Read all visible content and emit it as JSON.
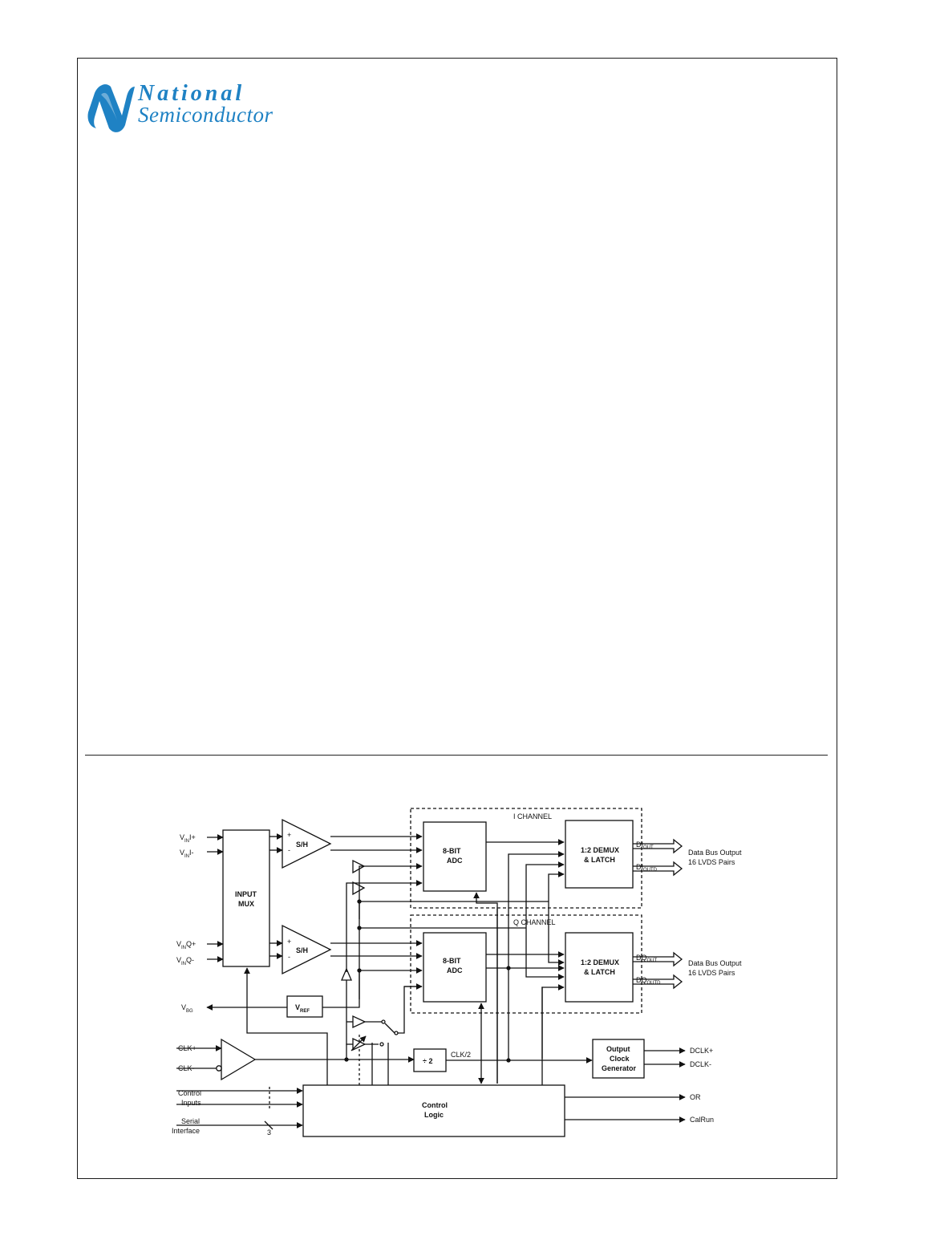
{
  "logo": {
    "line1": "National",
    "line2": "Semiconductor"
  },
  "diagram": {
    "inputs": {
      "vin_i_plus": {
        "v": "V",
        "sub": "IN",
        "rest": "I+"
      },
      "vin_i_minus": {
        "v": "V",
        "sub": "IN",
        "rest": "I-"
      },
      "vin_q_plus": {
        "v": "V",
        "sub": "IN",
        "rest": "Q+"
      },
      "vin_q_minus": {
        "v": "V",
        "sub": "IN",
        "rest": "Q-"
      },
      "vbg": {
        "v": "V",
        "sub": "BG"
      },
      "clk_plus": "CLK+",
      "clk_minus": "CLK-",
      "control_inputs_1": "Control",
      "control_inputs_2": "Inputs",
      "serial_1": "Serial",
      "serial_2": "Interface",
      "bus_width": "3"
    },
    "blocks": {
      "input_mux_1": "INPUT",
      "input_mux_2": "MUX",
      "sh": "S/H",
      "plus": "+",
      "minus": "-",
      "adc_1": "8-BIT",
      "adc_2": "ADC",
      "demux_1": "1:2 DEMUX",
      "demux_2": "& LATCH",
      "vref": {
        "v": "V",
        "sub": "REF"
      },
      "div2": "÷ 2",
      "clk2": "CLK/2",
      "ocg_1": "Output",
      "ocg_2": "Clock",
      "ocg_3": "Generator",
      "control_1": "Control",
      "control_2": "Logic"
    },
    "channels": {
      "i": "I CHANNEL",
      "q": "Q CHANNEL"
    },
    "outputs": {
      "di_out": {
        "v": "DI",
        "sub": "OUT"
      },
      "di_outd": {
        "v": "DI",
        "sub": "OUTD"
      },
      "dq_out": {
        "v": "DQ",
        "sub": "OUT"
      },
      "dq_outd": {
        "v": "DQ",
        "sub": "OUTD"
      },
      "bus_1": "Data Bus Output",
      "bus_2": "16 LVDS Pairs",
      "dclk_plus": "DCLK+",
      "dclk_minus": "DCLK-",
      "or": "OR",
      "calrun": "CalRun"
    }
  }
}
